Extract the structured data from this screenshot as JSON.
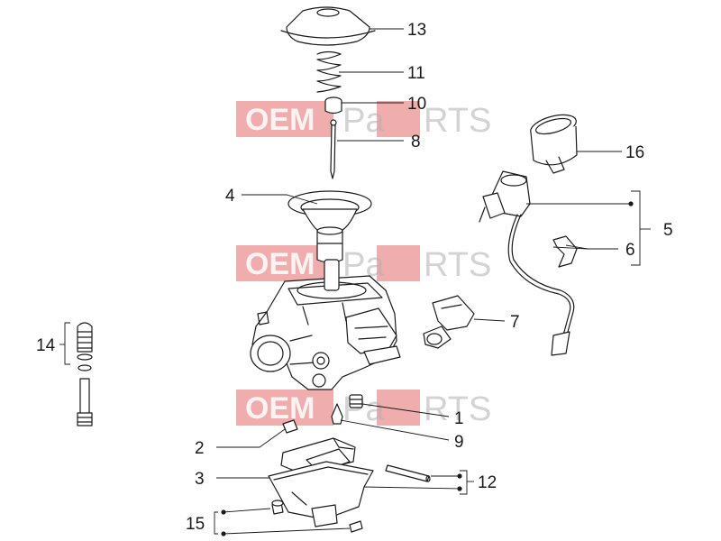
{
  "watermark": {
    "left": "OEM",
    "mid": "Pa",
    "right": "RTS"
  },
  "callouts": {
    "c1": "1",
    "c2": "2",
    "c3": "3",
    "c4": "4",
    "c5": "5",
    "c6": "6",
    "c7": "7",
    "c8": "8",
    "c9": "9",
    "c10": "10",
    "c11": "11",
    "c12": "12",
    "c13": "13",
    "c14": "14",
    "c15": "15",
    "c16": "16"
  }
}
